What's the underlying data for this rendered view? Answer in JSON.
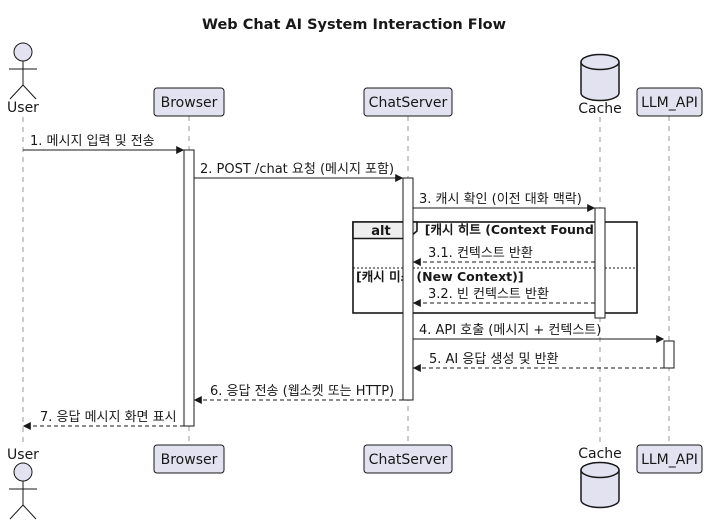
{
  "title": "Web Chat AI System Interaction Flow",
  "participants": [
    {
      "name": "User",
      "type": "actor"
    },
    {
      "name": "Browser",
      "type": "participant"
    },
    {
      "name": "ChatServer",
      "type": "participant"
    },
    {
      "name": "Cache",
      "type": "database"
    },
    {
      "name": "LLM_API",
      "type": "participant"
    }
  ],
  "messages": [
    {
      "label": "1. 메시지 입력 및 전송",
      "from": "User",
      "to": "Browser",
      "style": "solid"
    },
    {
      "label": "2. POST /chat 요청 (메시지 포함)",
      "from": "Browser",
      "to": "ChatServer",
      "style": "solid"
    },
    {
      "label": "3. 캐시 확인 (이전 대화 맥락)",
      "from": "ChatServer",
      "to": "Cache",
      "style": "solid"
    },
    {
      "label": "3.1. 컨텍스트 반환",
      "from": "Cache",
      "to": "ChatServer",
      "style": "dashed"
    },
    {
      "label": "3.2. 빈 컨텍스트 반환",
      "from": "Cache",
      "to": "ChatServer",
      "style": "dashed"
    },
    {
      "label": "4. API 호출 (메시지 + 컨텍스트)",
      "from": "ChatServer",
      "to": "LLM_API",
      "style": "solid"
    },
    {
      "label": "5. AI 응답 생성 및 반환",
      "from": "LLM_API",
      "to": "ChatServer",
      "style": "dashed"
    },
    {
      "label": "6. 응답 전송 (웹소켓 또는 HTTP)",
      "from": "ChatServer",
      "to": "Browser",
      "style": "dashed"
    },
    {
      "label": "7. 응답 메시지 화면 표시",
      "from": "Browser",
      "to": "User",
      "style": "dashed"
    }
  ],
  "alt_fragment": {
    "keyword": "alt",
    "condition_hit": "[캐시 히트 (Context Found)]",
    "condition_miss": "[캐시 미스 (New Context)]"
  },
  "colors": {
    "participant_fill": "#E2E2F0",
    "fragment_header_fill": "#EEEEEE",
    "line_color": "#181818",
    "lifeline_color": "#999999",
    "background": "#FFFFFF"
  }
}
